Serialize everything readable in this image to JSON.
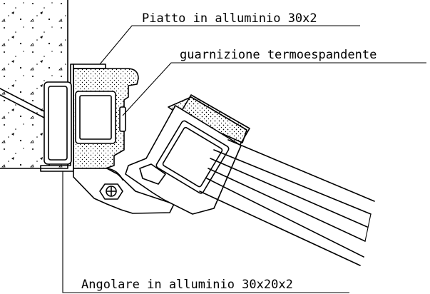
{
  "labels": {
    "top": "Piatto in alluminio 30x2",
    "middle": "guarnizione termoespandente",
    "bottom": "Angolare in alluminio 30x20x2"
  },
  "colors": {
    "ink": "#000000",
    "paper": "#ffffff"
  }
}
